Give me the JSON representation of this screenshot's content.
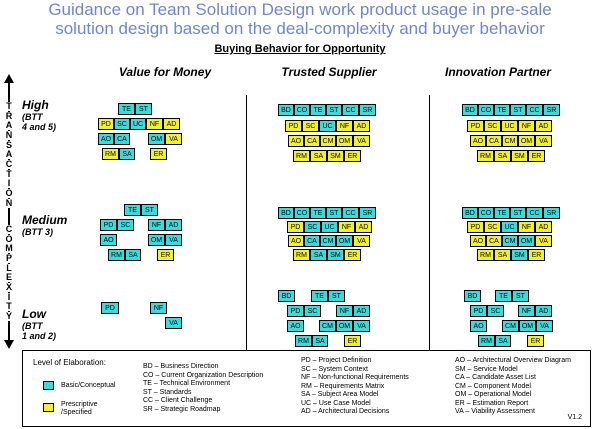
{
  "title_line1": "Guidance on Team Solution Design work product usage in pre-sale",
  "title_line2": "solution design based on the deal-complexity and buyer behavior",
  "subheader": "Buying Behavior for Opportunity",
  "columns": [
    "Value for Money",
    "Trusted Supplier",
    "Innovation Partner"
  ],
  "axis_letters": [
    "T",
    "R",
    "A",
    "N",
    "S",
    "A",
    "C",
    "T",
    "I",
    "O",
    "N",
    "",
    "C",
    "O",
    "M",
    "P",
    "L",
    "E",
    "X",
    "I",
    "T",
    "Y"
  ],
  "rows": [
    {
      "main": "High",
      "sub1": "(BTT",
      "sub2": "4 and 5)"
    },
    {
      "main": "Medium",
      "sub1": "(BTT 3)",
      "sub2": ""
    },
    {
      "main": "Low",
      "sub1": "(BTT",
      "sub2": "1 and 2)"
    }
  ],
  "colors": {
    "basic": "#33dede",
    "prescriptive": "#f3f31c",
    "title": "#6f86d6"
  },
  "codes": {
    "BD": "BD",
    "CO": "CO",
    "TE": "TE",
    "ST": "ST",
    "CC": "CC",
    "SR": "SR",
    "PD": "PD",
    "SC": "SC",
    "UC": "UC",
    "NF": "NF",
    "AD": "AD",
    "AO": "AO",
    "CA": "CA",
    "CM": "CM",
    "OM": "OM",
    "VA": "VA",
    "RM": "RM",
    "SA": "SA",
    "SM": "SM",
    "ER": "ER"
  },
  "legend": {
    "title": "Level of Elaboration:",
    "basic": "Basic/Conceptual",
    "prescriptive1": "Prescriptive",
    "prescriptive2": "/Specified",
    "col1": [
      "BD – Business Direction",
      "CO – Current Organization Description",
      "TE – Technical Environment",
      "ST – Standards",
      "CC – Client Challenge",
      "SR – Strategic Roadmap"
    ],
    "col2": [
      "PD – Project Definition",
      "SC – System Context",
      "NF – Non-functional Requirements",
      "RM – Requirements Matrix",
      "SA – Subject Area Model",
      "UC – Use Case Model",
      "AD – Architectural Decisions"
    ],
    "col3": [
      "AO – Architectural Overview Diagram",
      "SM – Service Model",
      "CA – Candidate Asset List",
      "CM – Component Model",
      "OM – Operational Model",
      "ER – Estimation Report",
      "VA – Viability Assessment"
    ],
    "version": "V1.2"
  }
}
